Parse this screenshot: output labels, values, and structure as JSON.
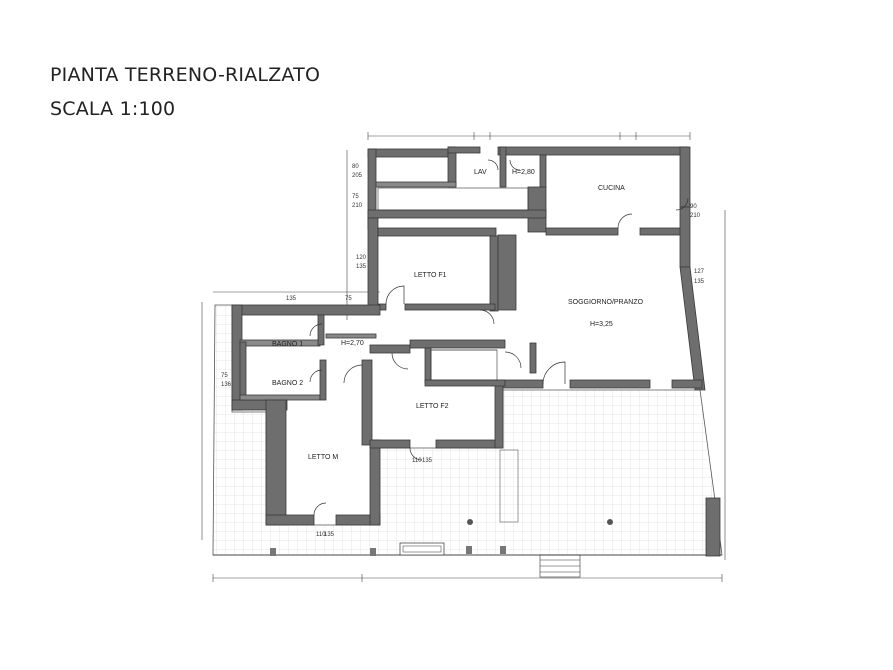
{
  "title": {
    "line1": "PIANTA TERRENO-RIALZATO",
    "line2": "SCALA 1:100"
  },
  "rooms": {
    "lav": "LAV",
    "h_top": "H=2,80",
    "cucina": "CUCINA",
    "letto_f1": "LETTO F1",
    "soggiorno": "SOGGIORNO/PRANZO",
    "h_soggiorno": "H=3,25",
    "bagno1": "BAGNO 1",
    "bagno2": "BAGNO 2",
    "h_bagni": "H=2,70",
    "letto_f2": "LETTO F2",
    "letto_m": "LETTO M"
  },
  "dimensions": {
    "d80": "80",
    "d205": "205",
    "d75a": "75",
    "d210a": "210",
    "d120": "120",
    "d135a": "135",
    "d90": "90",
    "d210b": "210",
    "d127": "127",
    "d135b": "135",
    "d75b": "75",
    "d135c": "135",
    "d75c": "75",
    "d136": "136",
    "d110": "110",
    "d135d": "135",
    "d110b": "110",
    "d135e": "135"
  }
}
